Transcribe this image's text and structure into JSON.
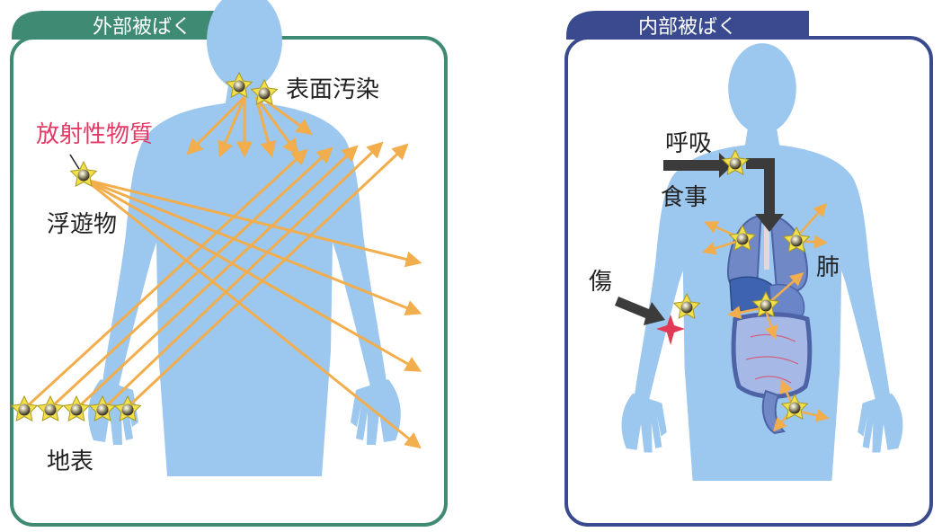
{
  "external_panel": {
    "title": "外部被ばく",
    "color": "#3f8a73",
    "labels": {
      "surface_contamination": "表面汚染",
      "radioactive_material": "放射性物質",
      "airborne": "浮遊物",
      "ground": "地表"
    }
  },
  "internal_panel": {
    "title": "内部被ばく",
    "color": "#3a4a8e",
    "labels": {
      "breathing": "呼吸",
      "eating": "食事",
      "lungs": "肺",
      "wound": "傷"
    }
  },
  "colors": {
    "body": "#9cc7ee",
    "ray": "#f2ad4c",
    "arrow_dark": "#3b3b3b",
    "star": "#f4e04a",
    "highlight_red": "#e23a64",
    "organ": "#6b86c8"
  }
}
